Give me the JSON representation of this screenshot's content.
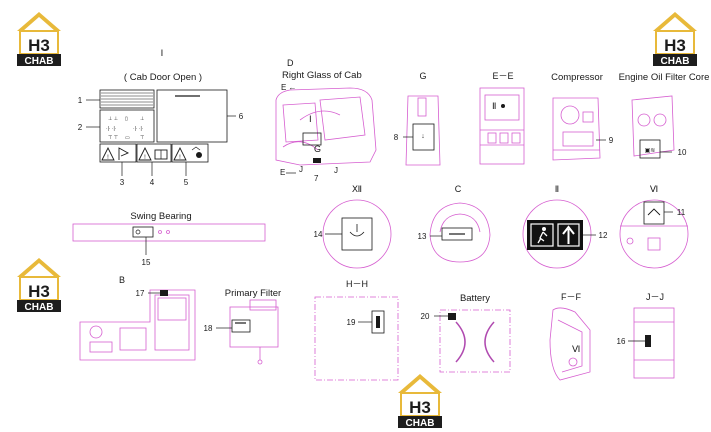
{
  "logo": {
    "top": "H3",
    "bottom": "CHAB"
  },
  "cab_door": {
    "roman": "Ⅰ",
    "caption": "( Cab Door Open )",
    "callouts": [
      "1",
      "2",
      "3",
      "4",
      "5",
      "6"
    ]
  },
  "right_glass": {
    "section": "D",
    "arrow": "E ←",
    "title": "Right Glass of Cab",
    "roman": "Ⅰ",
    "labels": [
      "G",
      "E",
      "J",
      "7",
      "J"
    ]
  },
  "view_g": {
    "title": "G",
    "callout": "8"
  },
  "view_ee": {
    "title": "E－E",
    "roman": "Ⅱ"
  },
  "compressor": {
    "title": "Compressor",
    "callout": "9"
  },
  "oil_filter": {
    "title": "Engine Oil Filter Core",
    "callout": "10"
  },
  "swing_bearing": {
    "title": "Swing Bearing",
    "callout": "15"
  },
  "view_xii": {
    "title": "Ⅻ",
    "callout": "14"
  },
  "view_c": {
    "title": "C",
    "callout": "13"
  },
  "view_ii": {
    "title": "Ⅱ",
    "callout": "12"
  },
  "view_vi": {
    "title": "Ⅵ",
    "callout": "11"
  },
  "view_b": {
    "title": "B",
    "callout": "17"
  },
  "primary_filter": {
    "title": "Primary Filter",
    "callout": "18"
  },
  "view_hh": {
    "title": "H－H",
    "callout": "19"
  },
  "battery": {
    "title": "Battery",
    "callout": "20"
  },
  "view_ff": {
    "title": "F－F",
    "roman": "Ⅵ"
  },
  "view_jj": {
    "title": "J－J",
    "callout": "16"
  },
  "colors": {
    "outline": "#d65fd0",
    "logo_gold": "#e8b93a",
    "logo_dark": "#1d1d1d",
    "label_black": "#1a1a1a"
  }
}
